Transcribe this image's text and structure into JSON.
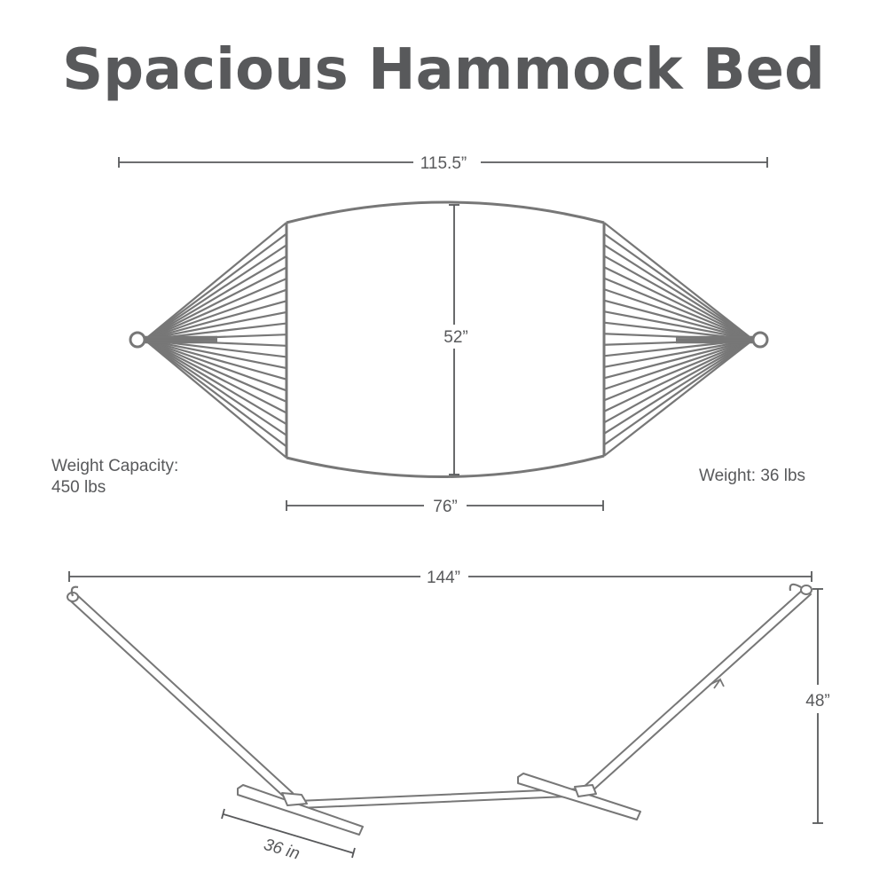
{
  "title": "Spacious Hammock Bed",
  "dimensions": {
    "overall_hammock_length": "115.5”",
    "bed_width": "52”",
    "bed_length": "76”",
    "stand_length": "144”",
    "stand_height": "48”",
    "base_width": "36 in"
  },
  "specs": {
    "weight_capacity_label": "Weight Capacity:",
    "weight_capacity_value": "450 lbs",
    "weight": "Weight: 36 lbs"
  },
  "colors": {
    "text": "#58595b",
    "line": "#777777",
    "stand_fill": "#ffffff"
  }
}
